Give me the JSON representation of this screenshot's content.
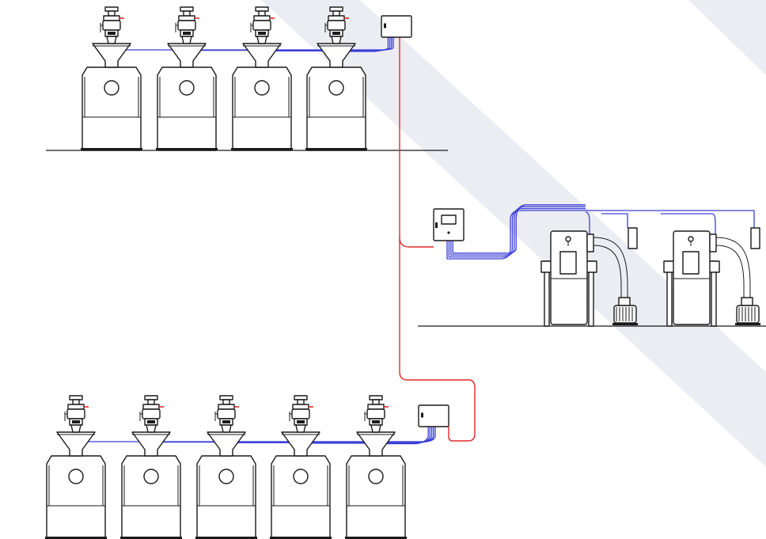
{
  "colors": {
    "background": "#ffffff",
    "equipment_line": "#1a1a1a",
    "signal_cable": "#3a3fd6",
    "power_cable": "#e02a2a",
    "watermark_band": "#e9e9f2"
  },
  "diagram": {
    "groups": [
      {
        "name": "upper-hopper-group",
        "loader_count": 4,
        "junction_box_icon": "junction-box-icon"
      },
      {
        "name": "lower-hopper-group",
        "loader_count": 5,
        "junction_box_icon": "junction-box-icon"
      }
    ],
    "vacuum_stations": {
      "count": 2,
      "icon": "vacuum-pump-station-icon"
    },
    "central_controller": {
      "icon": "control-panel-icon"
    },
    "loader_icon": "vacuum-hopper-loader-icon",
    "machine_icon": "molding-machine-icon",
    "cable_types": [
      "signal-cable",
      "power-cable"
    ]
  }
}
